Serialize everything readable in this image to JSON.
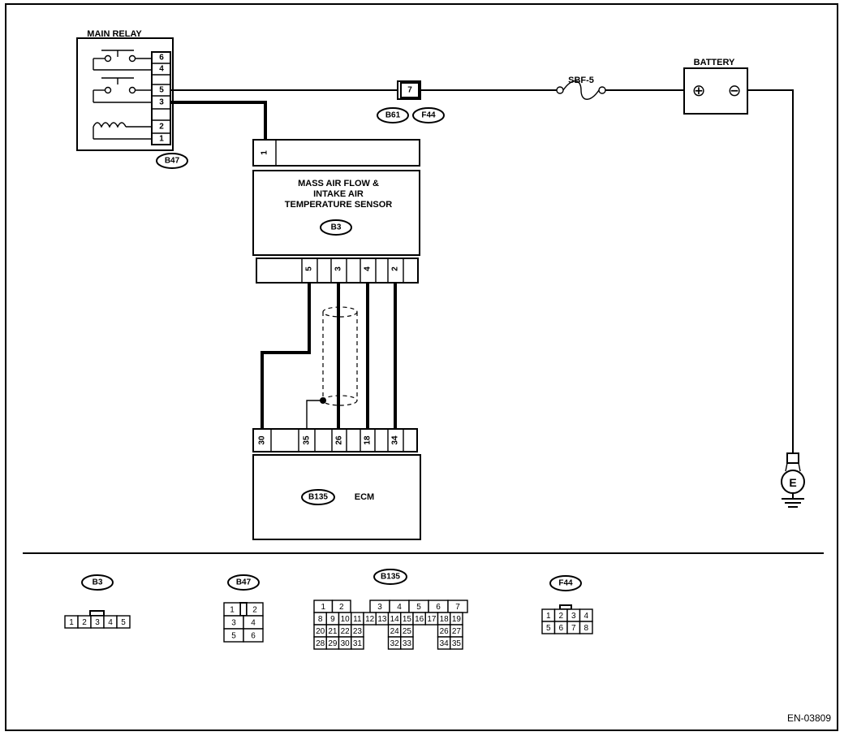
{
  "main_relay": {
    "title": "MAIN RELAY",
    "connector": "B47",
    "pins": [
      "6",
      "4",
      "5",
      "3",
      "2",
      "1"
    ]
  },
  "maf_sensor": {
    "title_line1": "MASS AIR FLOW &",
    "title_line2": "INTAKE AIR",
    "title_line3": "TEMPERATURE SENSOR",
    "connector": "B3",
    "top_pin": "1",
    "bottom_pins": [
      "5",
      "3",
      "4",
      "2"
    ]
  },
  "ecm": {
    "title": "ECM",
    "connector": "B135",
    "pins": [
      "30",
      "35",
      "26",
      "18",
      "34"
    ]
  },
  "junction": {
    "pin": "7",
    "connectors": [
      "B61",
      "F44"
    ]
  },
  "fuse": {
    "label": "SBF-5"
  },
  "battery": {
    "title": "BATTERY",
    "positive": "⊕",
    "negative": "⊖"
  },
  "ground": {
    "label": "E"
  },
  "legend": {
    "b3": {
      "name": "B3",
      "pins": [
        "1",
        "2",
        "3",
        "4",
        "5"
      ]
    },
    "b47": {
      "name": "B47",
      "rows": [
        [
          "1",
          "2"
        ],
        [
          "3",
          "4"
        ],
        [
          "5",
          "6"
        ]
      ]
    },
    "b135": {
      "name": "B135",
      "row1": [
        "1",
        "2",
        "3",
        "4",
        "5",
        "6",
        "7"
      ],
      "row2": [
        "8",
        "9",
        "10",
        "11",
        "12",
        "13",
        "14",
        "15",
        "16",
        "17",
        "18",
        "19"
      ],
      "row3": [
        "20",
        "21",
        "22",
        "23",
        "24",
        "25",
        "26",
        "27"
      ],
      "row4": [
        "28",
        "29",
        "30",
        "31",
        "32",
        "33",
        "34",
        "35"
      ]
    },
    "f44": {
      "name": "F44",
      "rows": [
        [
          "1",
          "2",
          "3",
          "4"
        ],
        [
          "5",
          "6",
          "7",
          "8"
        ]
      ]
    }
  },
  "figure_code": "EN-03809"
}
